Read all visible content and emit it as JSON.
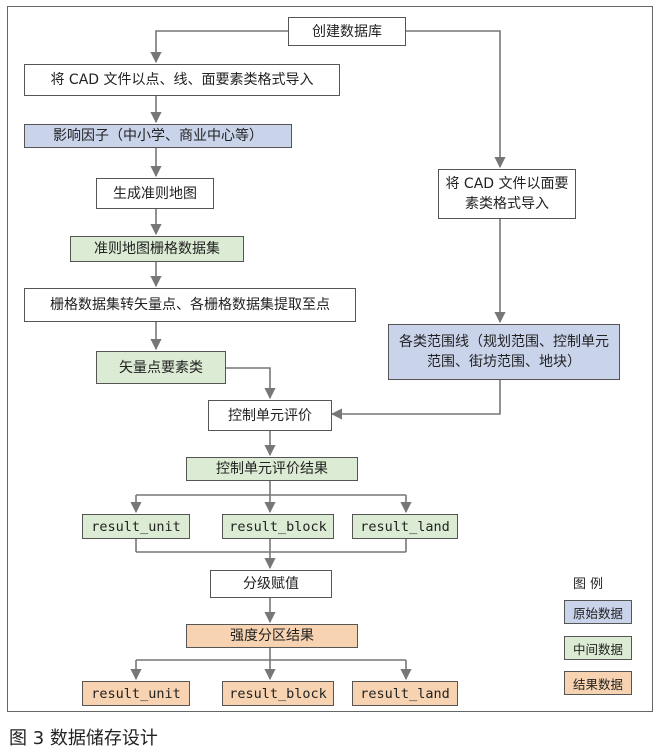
{
  "nodes": {
    "create_db": "创建数据库",
    "import_cad": "将 CAD 文件以点、线、面要素类格式导入",
    "factors": "影响因子（中小学、商业中心等）",
    "gen_map": "生成准则地图",
    "raster_set": "准则地图栅格数据集",
    "raster_convert": "栅格数据集转矢量点、各栅格数据集提取至点",
    "vector_points": "矢量点要素类",
    "import_cad_face": "将 CAD 文件以面要素类格式导入",
    "boundaries": "各类范围线（规划范围、控制单元范围、街坊范围、地块）",
    "unit_eval": "控制单元评价",
    "eval_result": "控制单元评价结果",
    "mid_unit": "result_unit",
    "mid_block": "result_block",
    "mid_land": "result_land",
    "grading": "分级赋值",
    "zoning_result": "强度分区结果",
    "res_unit": "result_unit",
    "res_block": "result_block",
    "res_land": "result_land"
  },
  "legend": {
    "title": "图例",
    "items": [
      {
        "label": "原始数据",
        "color": "#c9d3ea"
      },
      {
        "label": "中间数据",
        "color": "#dcecd4"
      },
      {
        "label": "结果数据",
        "color": "#f7d3b1"
      }
    ]
  },
  "caption": "图 3  数据储存设计"
}
